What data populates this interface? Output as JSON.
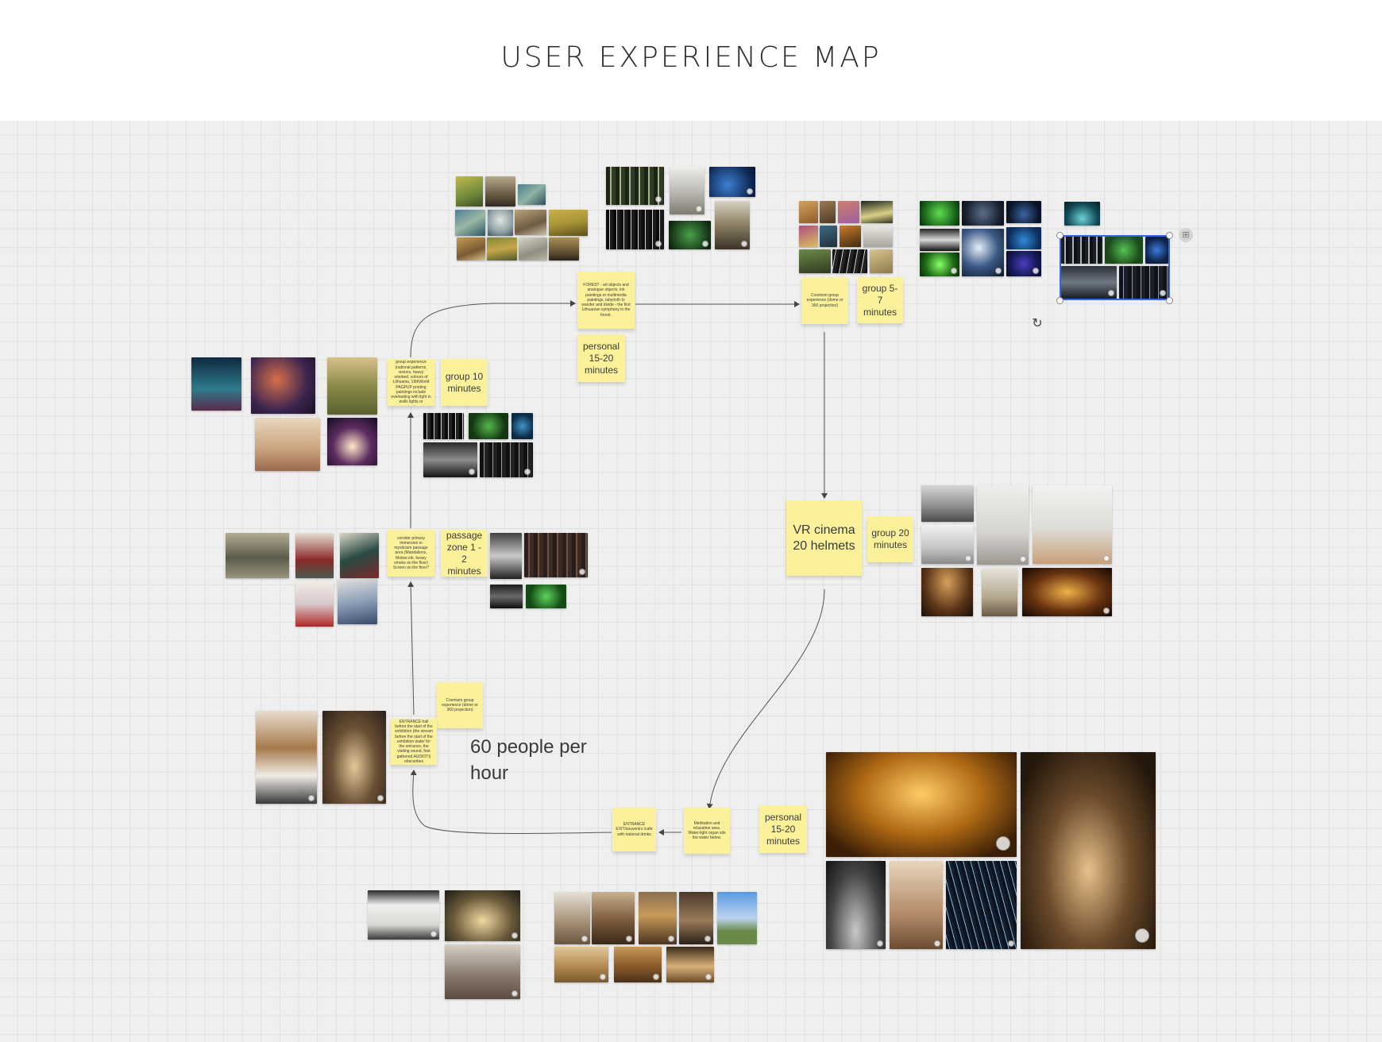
{
  "page": {
    "title": "USER EXPERIENCE MAP"
  },
  "notes": {
    "forest_intro": "FOREST - art objects and analogue objects, ink paintings or multimedia paintings, labyrinth to wander and divide - the first Lithuanian symphony in the forest.",
    "forest_time": "personal 15-20 minutes",
    "cosmism_top": "Cosmism group experience (dome or 360 projection)",
    "cosmism_top_time": "group 5-7 minutes",
    "pagan": "Pagan Lithuania - group experience (national patterns, visions, heavy smoked, colours of Lithuania, 19thWorld PAGPUP printing paintings include everlasting with light in walls lights or projection",
    "pagan_time": "group 10 minutes",
    "corridor": "corridor primary immersion in mysticism passage area (Mandalions, Motive ink, heavy smoke on the floor) Screen on the floor?",
    "corridor_time": "passage zone 1 - 2 minutes",
    "vr": "VR cinema 20 helmets",
    "vr_time": "group 20 minutes",
    "cosmism_bottom": "Cosmism group experience (dome or 360 projection)",
    "entrance_hall": "ENTRANCE hall before the start of the exhibition (the stream before the start of the exhibition water for the entrance, the visiting sound, foot gathered AUDIOTI) obscurities",
    "entrance_exit": "ENTRANCE EXIT/souvenirs /cafe with national drinks",
    "meditation": "Meditation and relaxation area. Water-light organ sits the water below.",
    "meditation_time": "personal 15-20 minutes",
    "capacity": "60 people per hour"
  },
  "icons": {
    "rotate": "rotate-icon",
    "frame_menu": "grid-menu-icon",
    "image_action": "expand-icon"
  },
  "colors": {
    "sticky": "#fbf19a",
    "selection": "#3b63e4",
    "board": "#efefef"
  }
}
